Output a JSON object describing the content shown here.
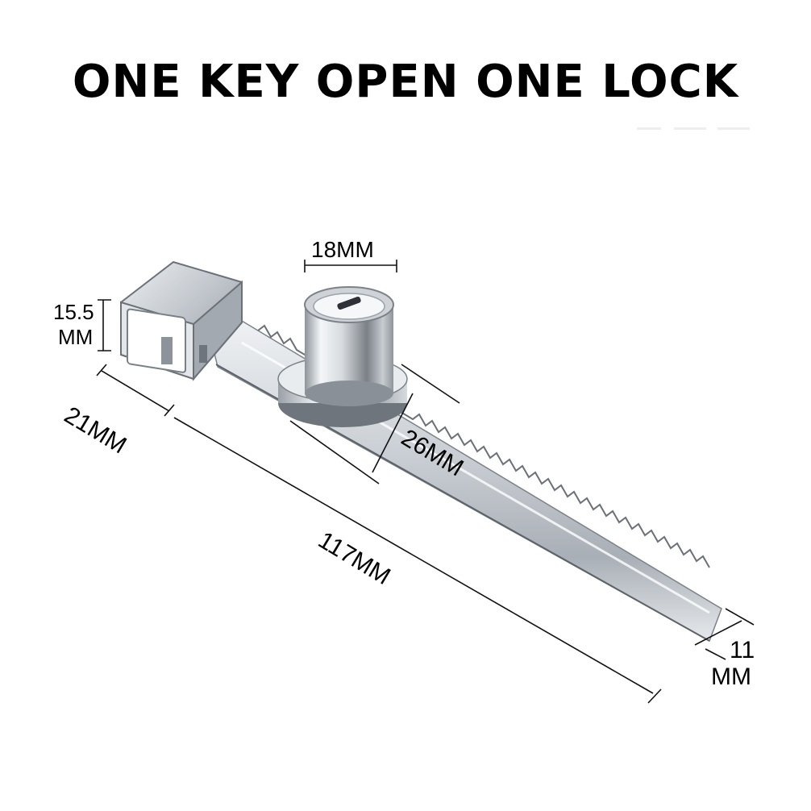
{
  "headline": "ONE KEY OPEN ONE LOCK",
  "dimensions": {
    "cylinder_diameter": "18MM",
    "housing_height_value": "15.5",
    "housing_height_unit": "MM",
    "housing_width": "21MM",
    "base_to_end": "26MM",
    "overall_length": "117MM",
    "bar_width_value": "11",
    "bar_width_unit": "MM"
  },
  "colors": {
    "background": "#ffffff",
    "text": "#000000",
    "metal_light": "#f2f4f6",
    "metal_mid": "#c5cad0",
    "metal_dark": "#6f757c"
  }
}
